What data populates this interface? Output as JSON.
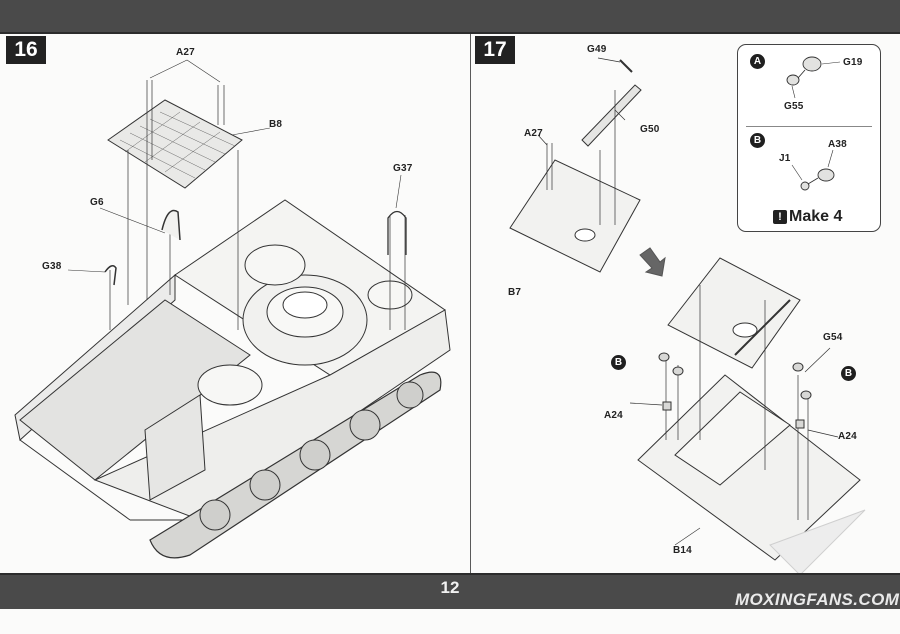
{
  "page": {
    "number": "12"
  },
  "step16": {
    "number": "16",
    "labels": {
      "a27": "A27",
      "b8": "B8",
      "g6": "G6",
      "g37": "G37",
      "g38": "G38"
    }
  },
  "step17": {
    "number": "17",
    "labels": {
      "g49": "G49",
      "g50": "G50",
      "a27": "A27",
      "b7": "B7",
      "b14": "B14",
      "g54": "G54",
      "a24_left": "A24",
      "a24_right": "A24",
      "b_left": "B",
      "b_right": "B"
    },
    "inset": {
      "a_badge": "A",
      "g19": "G19",
      "g55": "G55",
      "b_badge": "B",
      "j1": "J1",
      "a38": "A38",
      "make_note": "Make 4",
      "make_icon": "!"
    }
  },
  "watermark": "MOXINGFANS.COM"
}
